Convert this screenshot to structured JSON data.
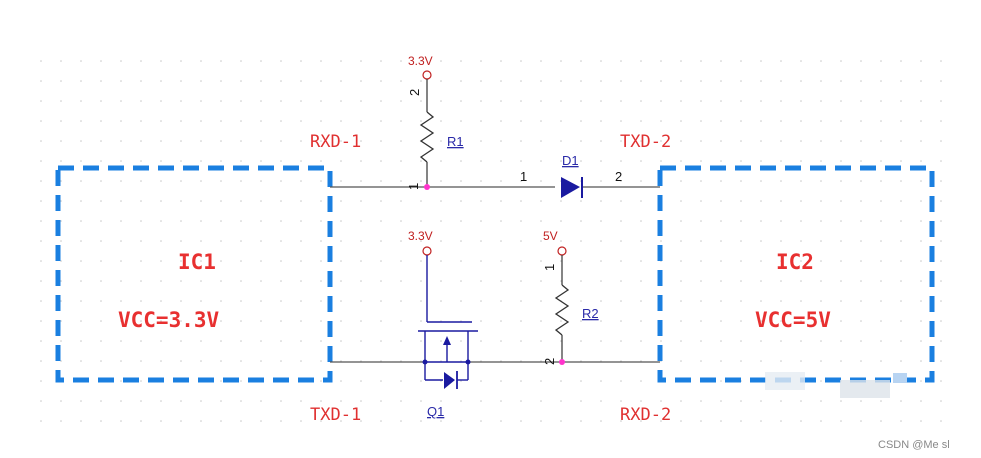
{
  "blocks": {
    "ic1": {
      "name": "IC1",
      "vcc": "VCC=3.3V"
    },
    "ic2": {
      "name": "IC2",
      "vcc": "VCC=5V"
    }
  },
  "nets": {
    "rxd1": "RXD-1",
    "txd2": "TXD-2",
    "txd1": "TXD-1",
    "rxd2": "RXD-2"
  },
  "supplies": {
    "r1_top": "3.3V",
    "q1_gate": "3.3V",
    "r2_top": "5V"
  },
  "components": {
    "r1": {
      "ref": "R1",
      "pin_top": "2",
      "pin_bottom": "1"
    },
    "d1": {
      "ref": "D1",
      "pin_anode": "1",
      "pin_cathode": "2"
    },
    "r2": {
      "ref": "R2",
      "pin_top": "1",
      "pin_bottom": "2"
    },
    "q1": {
      "ref": "Q1"
    }
  },
  "watermark": "CSDN @Me sl",
  "colors": {
    "block_border": "#1a7fe0",
    "wire_dark": "#555555",
    "wire_blue": "#1a1aa0",
    "junction": "#ff33cc",
    "supply": "#c02020"
  }
}
